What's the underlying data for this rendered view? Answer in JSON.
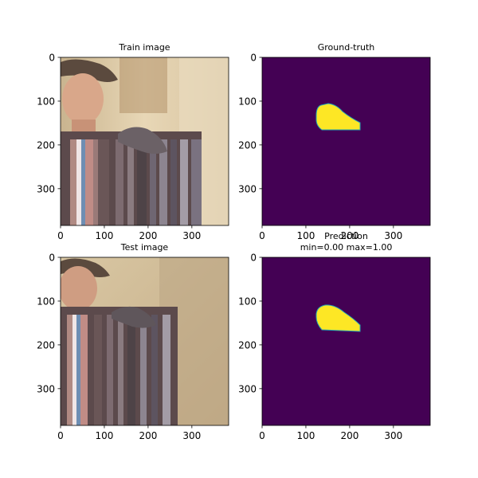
{
  "chart_data": [
    {
      "type": "image",
      "title": "Train image",
      "xlim": [
        0,
        384
      ],
      "ylim": [
        384,
        0
      ],
      "xticks": [
        0,
        100,
        200,
        300
      ],
      "yticks": [
        0,
        100,
        200,
        300
      ]
    },
    {
      "type": "heatmap",
      "title": "Ground-truth",
      "xlim": [
        0,
        384
      ],
      "ylim": [
        384,
        0
      ],
      "xticks": [
        0,
        100,
        200,
        300
      ],
      "yticks": [
        0,
        100,
        200,
        300
      ],
      "colors": {
        "background": "#440154",
        "mask": "#fde725",
        "edge": "#21a5b5"
      }
    },
    {
      "type": "image",
      "title": "Test image",
      "xlim": [
        0,
        384
      ],
      "ylim": [
        384,
        0
      ],
      "xticks": [
        0,
        100,
        200,
        300
      ],
      "yticks": [
        0,
        100,
        200,
        300
      ]
    },
    {
      "type": "heatmap",
      "title": "Prediction\nmin=0.00 max=1.00",
      "title_lines": [
        "Prediction",
        "min=0.00 max=1.00"
      ],
      "min": 0.0,
      "max": 1.0,
      "xlim": [
        0,
        384
      ],
      "ylim": [
        384,
        0
      ],
      "xticks": [
        0,
        100,
        200,
        300
      ],
      "yticks": [
        0,
        100,
        200,
        300
      ],
      "colors": {
        "background": "#440154",
        "mask": "#fde725",
        "edge": "#21a5b5"
      }
    }
  ]
}
